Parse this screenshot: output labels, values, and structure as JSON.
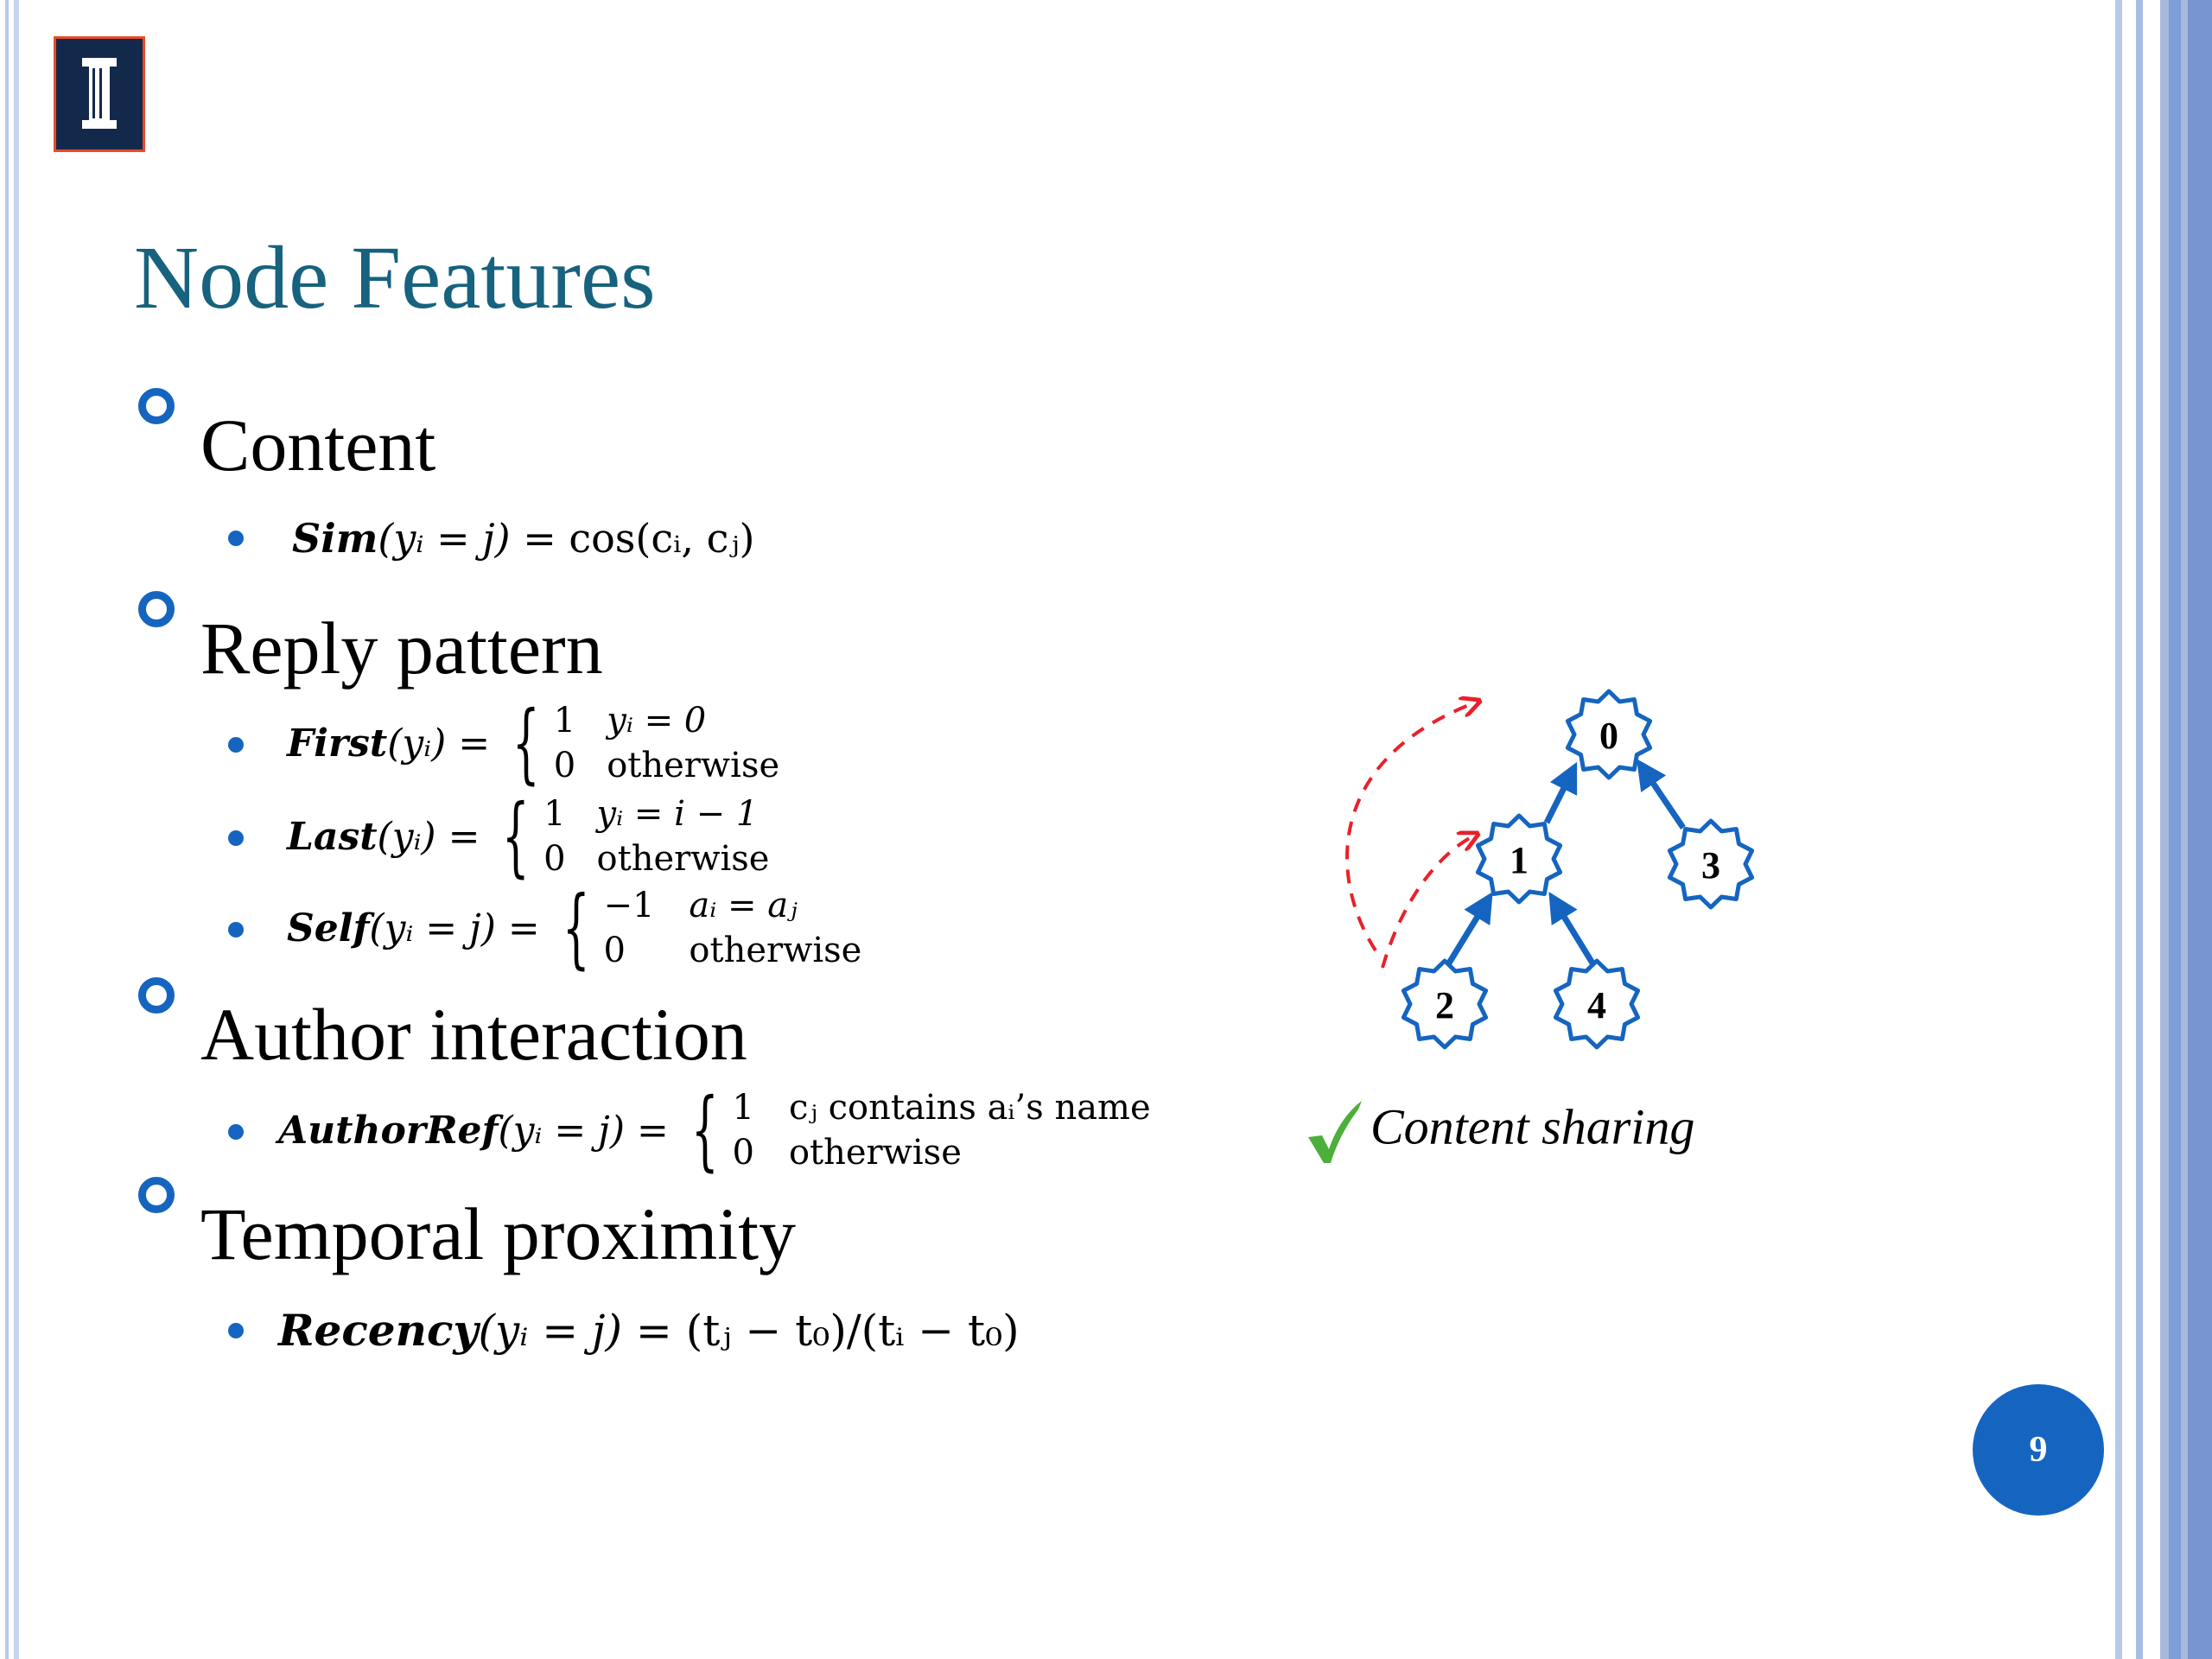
{
  "slide": {
    "title": "Node Features",
    "page_number": "9",
    "colors": {
      "title": "#17627e",
      "bullet": "#1565c0",
      "page_badge": "#1565c0",
      "arrow_blue": "#1565c0",
      "arrow_red": "#e8212a",
      "check": "#4caf3a"
    }
  },
  "logo": {
    "icon": "university-column-logo"
  },
  "sections": [
    {
      "heading": "Content"
    },
    {
      "heading": "Reply pattern"
    },
    {
      "heading": "Author interaction"
    },
    {
      "heading": "Temporal proximity"
    }
  ],
  "formulas": {
    "sim": {
      "name": "Sim",
      "args": "(yᵢ = j)",
      "rhs": "= cos(cᵢ, cⱼ)"
    },
    "first": {
      "name": "First",
      "args": "(yᵢ) =",
      "case1_val": "1",
      "case1_cond": "yᵢ = 0",
      "case2_val": "0",
      "case2_cond": "otherwise"
    },
    "last": {
      "name": "Last",
      "args": "(yᵢ) =",
      "case1_val": "1",
      "case1_cond": "yᵢ = i − 1",
      "case2_val": "0",
      "case2_cond": "otherwise"
    },
    "self": {
      "name": "Self",
      "args": "(yᵢ = j) =",
      "case1_val": "−1",
      "case1_cond": "aᵢ = aⱼ",
      "case2_val": "0",
      "case2_cond": "otherwise"
    },
    "authorref": {
      "name": "AuthorRef",
      "args": "(yᵢ = j) =",
      "case1_val": "1",
      "case1_cond": "cⱼ contains aᵢ’s name",
      "case2_val": "0",
      "case2_cond": "otherwise"
    },
    "recency": {
      "name": "Recency",
      "args": "(yᵢ = j)",
      "rhs": "= (tⱼ − t₀)/(tᵢ − t₀)"
    }
  },
  "diagram": {
    "nodes": [
      "0",
      "1",
      "2",
      "3",
      "4"
    ],
    "caption": "Content sharing",
    "check_icon": "checkmark-icon"
  }
}
